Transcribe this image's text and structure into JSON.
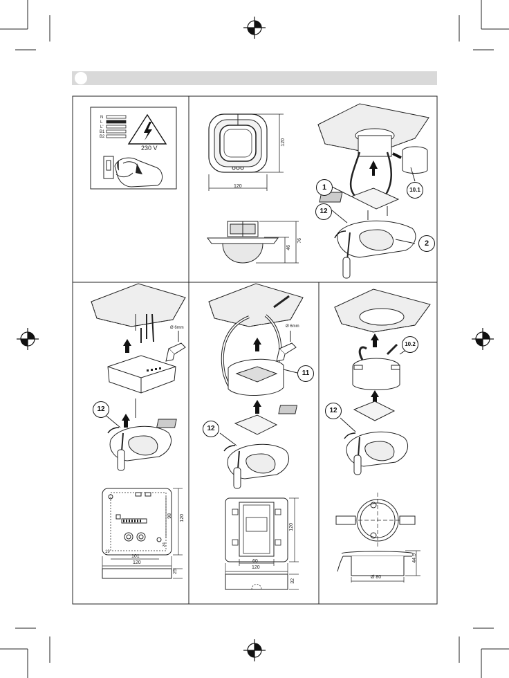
{
  "header": {
    "section_number": ""
  },
  "warning_panel": {
    "wire_labels": [
      "N",
      "L",
      "L'",
      "B1",
      "B2"
    ],
    "voltage": "230 V"
  },
  "sensor_dims": {
    "top_view_width": "120",
    "top_view_height": "120",
    "side_depth": "46",
    "side_height": "76"
  },
  "callouts": {
    "c1": "1",
    "c2": "2",
    "c10_1": "10.1",
    "c10_2": "10.2",
    "c11": "11",
    "c12": "12"
  },
  "drill": {
    "diameter_a": "Ø 6mm",
    "diameter_b": "Ø 6mm"
  },
  "base_plate": {
    "dim_120_v": "120",
    "dim_98": "98",
    "dim_24": "24",
    "dim_19": "19",
    "dim_101": "101",
    "dim_120_h": "120",
    "dim_25": "25"
  },
  "box_mount": {
    "dim_120_v": "120",
    "dim_60": "60",
    "dim_120_h": "120",
    "dim_32": "32"
  },
  "flush_box": {
    "dim_445": "44.5",
    "dim_diam": "Ø 80"
  }
}
